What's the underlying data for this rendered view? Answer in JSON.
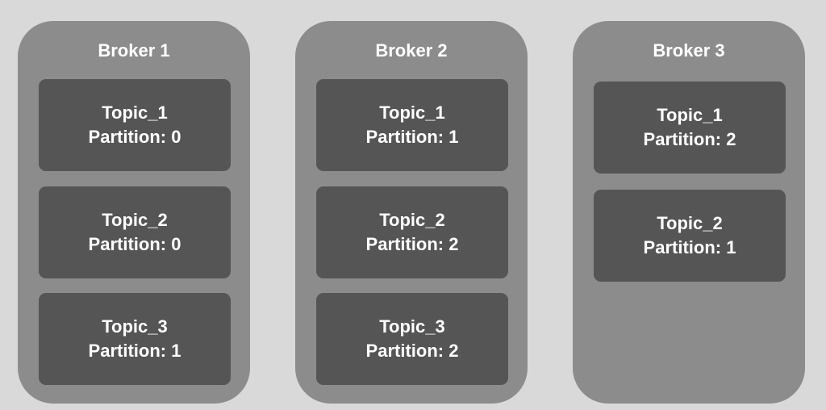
{
  "brokers": [
    {
      "title": "Broker 1",
      "partitions": [
        {
          "topic": "Topic_1",
          "partition": "Partition: 0"
        },
        {
          "topic": "Topic_2",
          "partition": "Partition: 0"
        },
        {
          "topic": "Topic_3",
          "partition": "Partition: 1"
        }
      ]
    },
    {
      "title": "Broker 2",
      "partitions": [
        {
          "topic": "Topic_1",
          "partition": "Partition: 1"
        },
        {
          "topic": "Topic_2",
          "partition": "Partition: 2"
        },
        {
          "topic": "Topic_3",
          "partition": "Partition: 2"
        }
      ]
    },
    {
      "title": "Broker 3",
      "partitions": [
        {
          "topic": "Topic_1",
          "partition": "Partition: 2"
        },
        {
          "topic": "Topic_2",
          "partition": "Partition: 1"
        }
      ]
    }
  ],
  "colors": {
    "background": "#d9d9d9",
    "broker": "#8c8c8c",
    "partition": "#555555",
    "text": "#ffffff"
  }
}
